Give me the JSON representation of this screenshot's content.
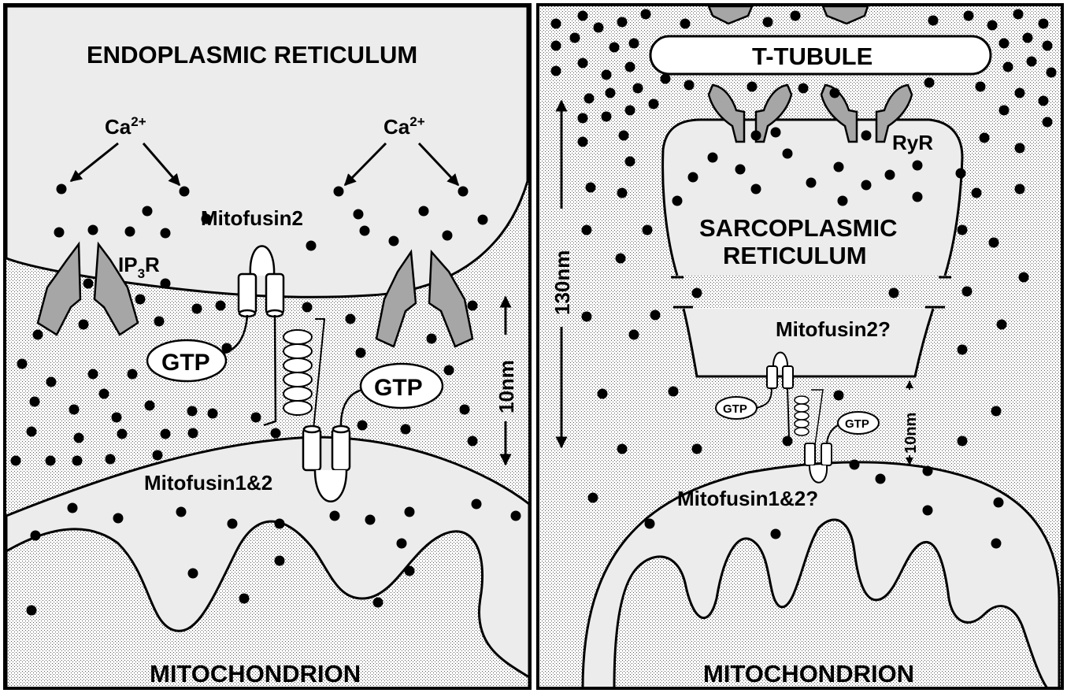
{
  "left_panel": {
    "er_title": "ENDOPLASMIC RETICULUM",
    "mito_title": "MITOCHONDRION",
    "ca_label_base": "Ca",
    "ca_label_sup": "2+",
    "ip3r_main": "IP",
    "ip3r_sub": "3",
    "ip3r_end": "R",
    "mitofusin2": "Mitofusin2",
    "mitofusin12": "Mitofusin1&2",
    "gtp": "GTP",
    "distance": "10nm"
  },
  "right_panel": {
    "t_tubule": "T-TUBULE",
    "ryr": "RyR",
    "sr_line1": "SARCOPLASMIC",
    "sr_line2": "RETICULUM",
    "mitofusin2": "Mitofusin2?",
    "mitofusin12": "Mitofusin1&2?",
    "gtp": "GTP",
    "distance_long": "130nm",
    "distance_short": "10nm",
    "mito_title": "MITOCHONDRION"
  },
  "colors": {
    "stipple": "#d9d9d9",
    "channel_fill": "#a6a6a6",
    "outline": "#000000",
    "background": "#ffffff"
  }
}
